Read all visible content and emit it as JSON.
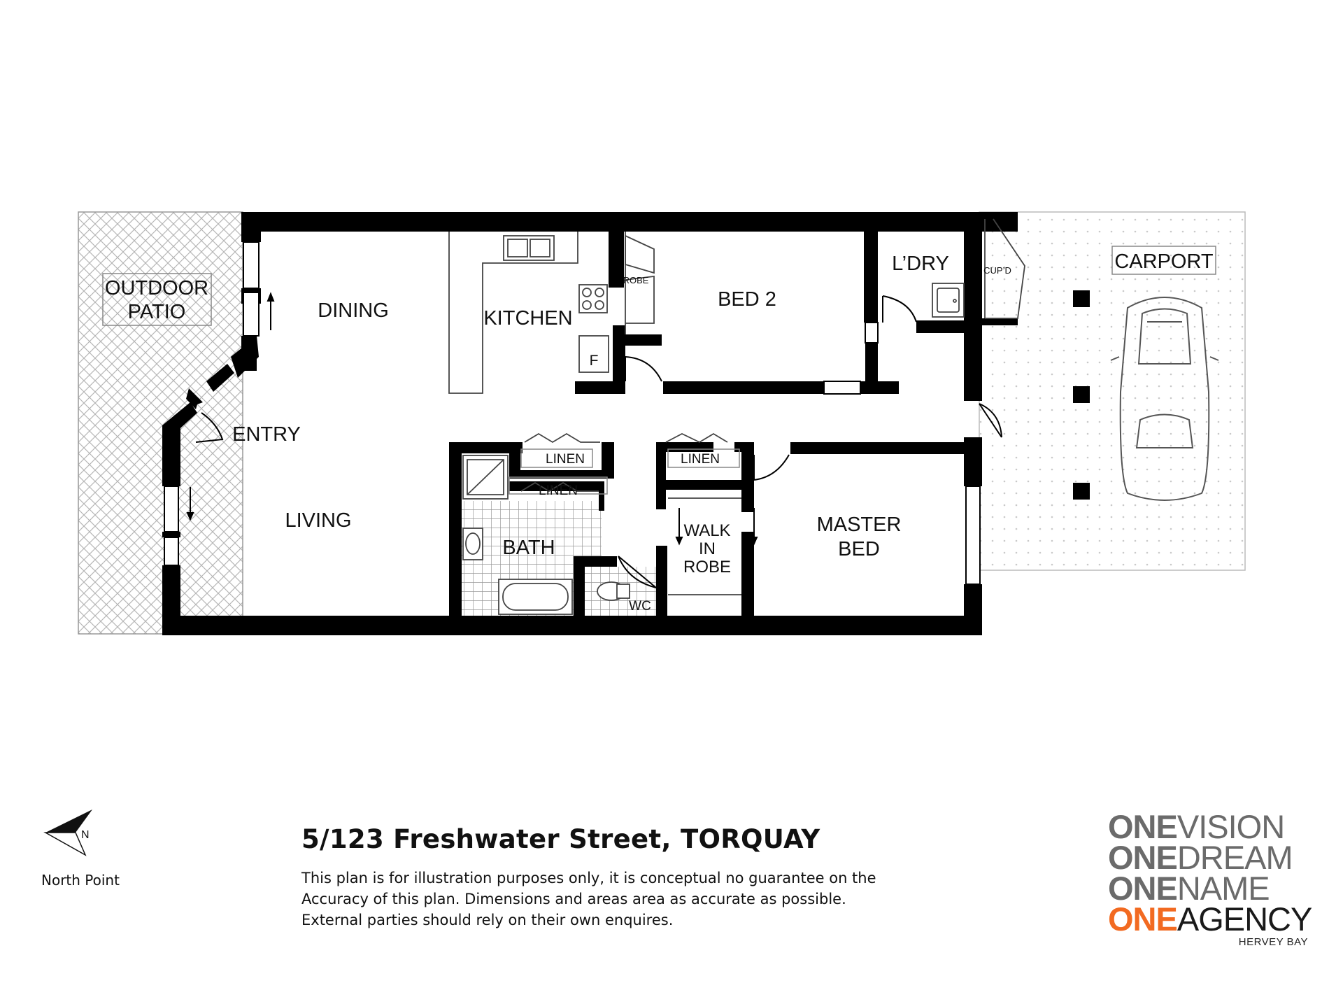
{
  "rooms": {
    "outdoor_patio": [
      "OUTDOOR",
      "PATIO"
    ],
    "dining": "DINING",
    "kitchen": "KITCHEN",
    "fridge": "F",
    "robe": "ROBE",
    "bed2": "BED 2",
    "laundry": "L’DRY",
    "cupboard": "CUP’D",
    "carport": "CARPORT",
    "entry": "ENTRY",
    "living": "LIVING",
    "linen_1": "LINEN",
    "linen_2": "LINEN",
    "linen_3": "LINEN",
    "bath": "BATH",
    "wc": "WC",
    "walk_in_robe": [
      "WALK",
      "IN",
      "ROBE"
    ],
    "master_bed": [
      "MASTER",
      "BED"
    ]
  },
  "compass": {
    "letter": "N",
    "label": "North Point"
  },
  "address": "5/123 Freshwater Street, TORQUAY",
  "disclaimer": [
    "This plan is for illustration purposes only, it is conceptual no guarantee on the",
    "Accuracy of this plan. Dimensions and areas area as accurate as possible.",
    "External parties should rely on their own enquires."
  ],
  "logo": {
    "lines": [
      {
        "prefix": "ONE",
        "word": "VISION"
      },
      {
        "prefix": "ONE",
        "word": "DREAM"
      },
      {
        "prefix": "ONE",
        "word": "NAME"
      },
      {
        "prefix": "ONE",
        "word": "AGENCY"
      }
    ],
    "sub": "HERVEY BAY"
  },
  "colors": {
    "wall": "#000000",
    "logo_grey": "#6b6b6b",
    "logo_orange": "#f26a21",
    "logo_dark": "#1a1a1a",
    "patio_hatch": "#b5b5b5",
    "carport_dots": "#c9c9c9"
  }
}
